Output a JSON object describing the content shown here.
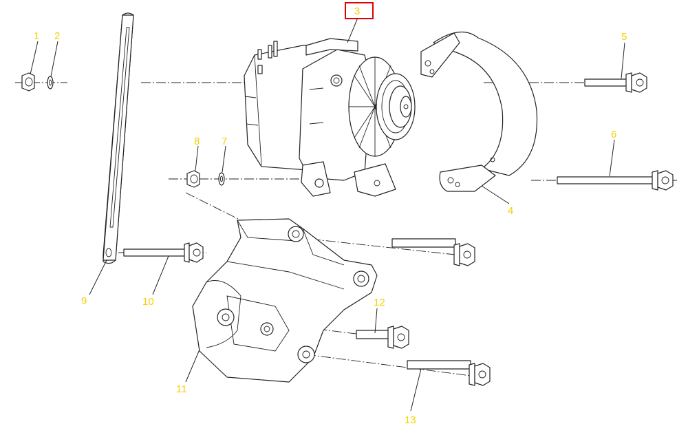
{
  "callouts": [
    "1",
    "2",
    "3",
    "4",
    "5",
    "6",
    "7",
    "8",
    "9",
    "10",
    "11",
    "12",
    "13"
  ],
  "selected_callout": "3",
  "colors": {
    "callout_text": "#f2d200",
    "highlight_box": "#e00000",
    "line_art": "#222222",
    "background": "#ffffff"
  }
}
